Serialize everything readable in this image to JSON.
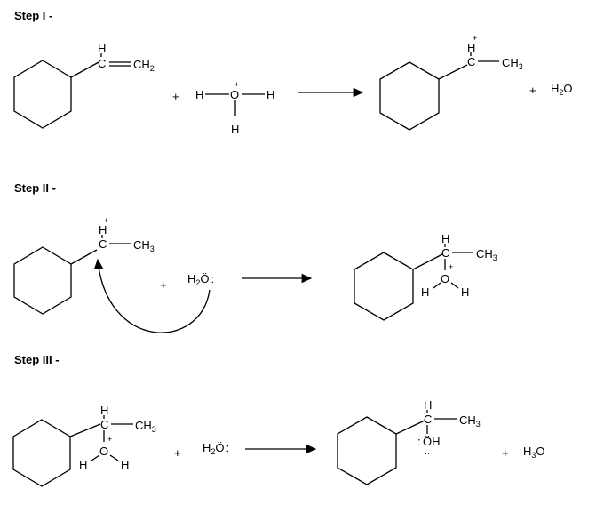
{
  "steps": {
    "step1": {
      "title": "Step I -",
      "plus1": "+",
      "plus2": "+",
      "alkene": {
        "h": "H",
        "c": "C",
        "ch2": "CH",
        "ch2_sub": "2"
      },
      "hydronium": {
        "h_left": "H",
        "o": "O",
        "h_right": "H",
        "h_bottom": "H",
        "charge": "+"
      },
      "cation": {
        "h": "H",
        "c": "C",
        "ch3": "CH",
        "ch3_sub": "3",
        "charge": "+"
      },
      "water": {
        "h": "H",
        "sub": "2",
        "o": "O"
      }
    },
    "step2": {
      "title": "Step II -",
      "plus": "+",
      "cation": {
        "h": "H",
        "c": "C",
        "ch3": "CH",
        "ch3_sub": "3",
        "charge": "+"
      },
      "water": {
        "h": "H",
        "sub": "2",
        "o": "Ö",
        "colon": ":"
      },
      "product": {
        "h_top": "H",
        "c": "C",
        "ch3": "CH",
        "ch3_sub": "3",
        "o": "O",
        "h_left": "H",
        "h_right": "H",
        "charge": "+"
      }
    },
    "step3": {
      "title": "Step III -",
      "plus1": "+",
      "plus2": "+",
      "reactant": {
        "h_top": "H",
        "c": "C",
        "ch3": "CH",
        "ch3_sub": "3",
        "o": "O",
        "h_left": "H",
        "h_right": "H",
        "charge": "+"
      },
      "water": {
        "h": "H",
        "sub": "2",
        "o": "Ö",
        "colon": ":"
      },
      "product": {
        "h_top": "H",
        "c": "C",
        "ch3": "CH",
        "ch3_sub": "3",
        "oh": "ÖH",
        "lone_left": ":",
        "lone_bottom": "··"
      },
      "hydronium": {
        "h": "H",
        "sub": "3",
        "o": "O"
      }
    }
  }
}
